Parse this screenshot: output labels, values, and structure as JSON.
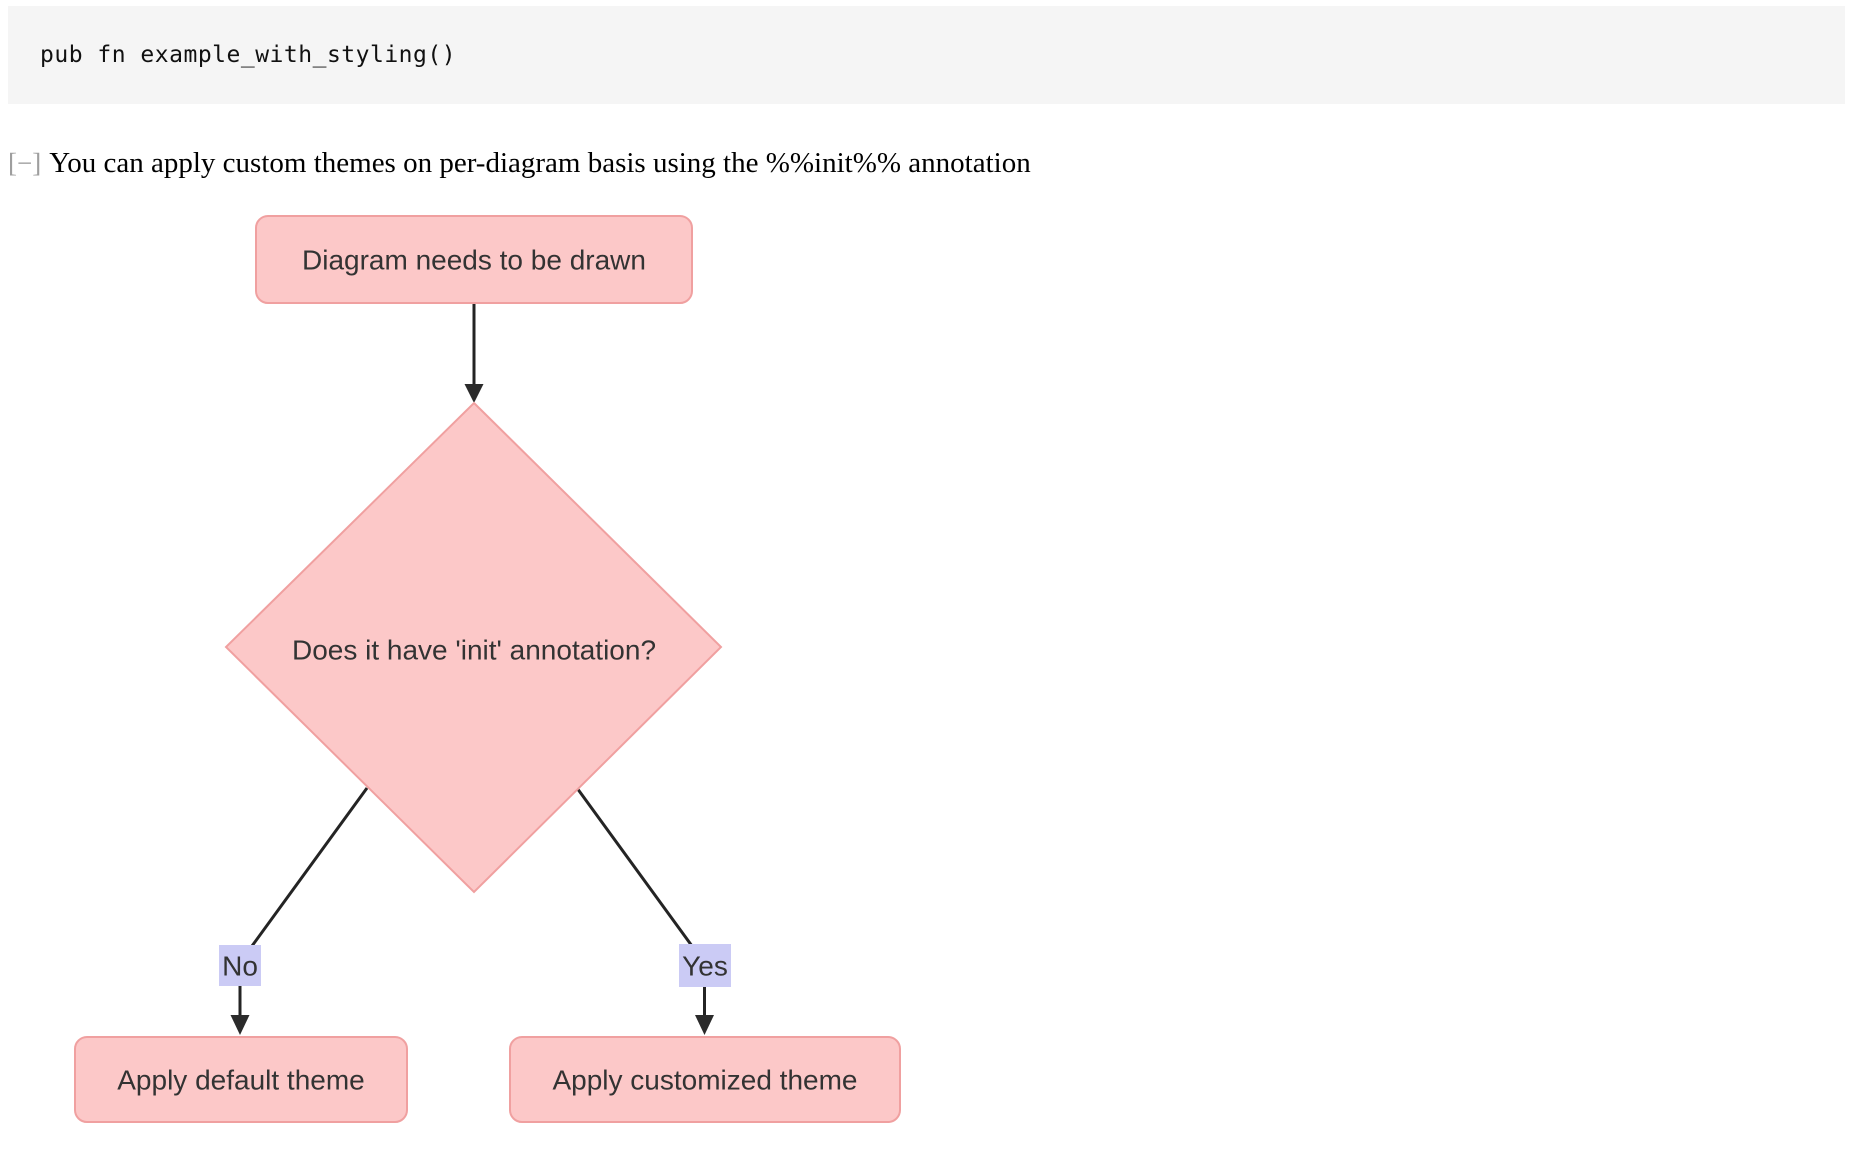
{
  "code_block": {
    "signature": "pub fn example_with_styling()",
    "background": "#f5f5f5"
  },
  "doc_section": {
    "toggle": "[−]",
    "text": "You can apply custom themes on per-diagram basis using the %%init%% annotation"
  },
  "diagram": {
    "type": "flowchart",
    "nodes": {
      "start": {
        "label": "Diagram needs to be drawn",
        "shape": "rounded-rect"
      },
      "decision": {
        "label": "Does it have 'init' annotation?",
        "shape": "diamond"
      },
      "default": {
        "label": "Apply default theme",
        "shape": "rounded-rect"
      },
      "custom": {
        "label": "Apply customized theme",
        "shape": "rounded-rect"
      }
    },
    "edges": {
      "start_to_decision": {
        "label": ""
      },
      "decision_to_default": {
        "label": "No"
      },
      "decision_to_custom": {
        "label": "Yes"
      }
    },
    "colors": {
      "node_fill": "#fcc8c8",
      "node_border": "#f0a0a0",
      "node_text": "#333333",
      "edge_line": "#242424",
      "edge_label_background": "#cbcbf5"
    }
  }
}
